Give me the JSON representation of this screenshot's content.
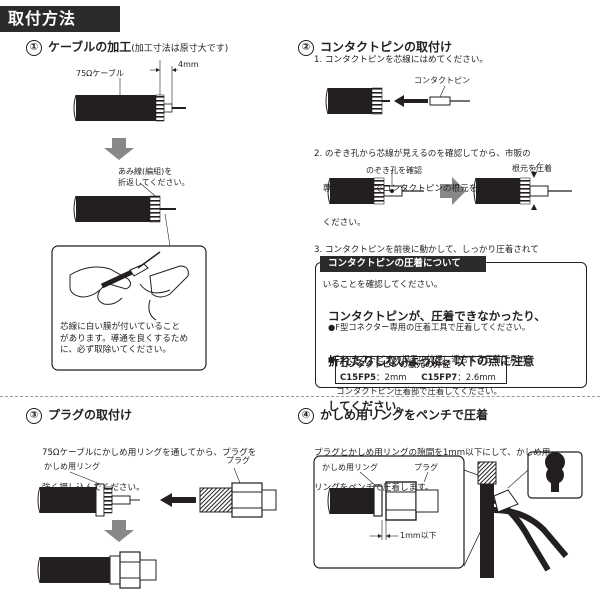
{
  "page_title": "取付方法",
  "step1": {
    "number": "①",
    "title": "ケーブルの加工",
    "note": "(加工寸法は原寸大です)",
    "cable_label": "75Ωケーブル",
    "dimension_label": "4mm",
    "braid_instruction": [
      "あみ線(編組)を",
      "折返してください。"
    ],
    "warning": [
      "芯線に白い膜が付いていること",
      "があります。導通を良くするため",
      "に、必ず取除いてください。"
    ]
  },
  "step2": {
    "number": "②",
    "title": "コンタクトピンの取付け",
    "instr1": "1. コンタクトピンを芯線にはめてください。",
    "pin_label": "コンタクトピン",
    "instr2": [
      "2. のぞき孔から芯線が見えるのを確認してから、市販の",
      "　専用圧着工具でコンタクトピンの根元を圧着して",
      "　ください。"
    ],
    "peephole_label": "のぞき孔を確認",
    "crimp_base_label": "根元を圧着",
    "instr3": [
      "3. コンタクトピンを前後に動かして、しっかり圧着されて",
      "　いることを確認してください。"
    ]
  },
  "callout": {
    "title": "コンタクトピンの圧着について",
    "main_text": [
      "コンタクトピンが、圧着できなかったり、",
      "折れたりしないように、以下の点に注意",
      "してください。"
    ],
    "bullet1": "●F型コネクター専用の圧着工具で圧着してください。",
    "bullet2": [
      "●コンタクトピンの根元の外径に適合する圧着工具の",
      "　コンタクトピン圧着部で圧着してください。"
    ],
    "spec_title": "コンタクトピンの根元の外径",
    "spec1_model": "C15FP5",
    "spec1_value": "：2mm",
    "spec2_model": "C15FP7",
    "spec2_value": "：2.6mm"
  },
  "step3": {
    "number": "③",
    "title": "プラグの取付け",
    "instruction": [
      "75Ωケーブルにかしめ用リングを通してから、プラグを",
      "強く押し込んでください。"
    ],
    "ring_label": "かしめ用リング",
    "plug_label": "プラグ"
  },
  "step4": {
    "number": "④",
    "title": "かしめ用リングをペンチで圧着",
    "instruction": [
      "プラグとかしめ用リングの隙間を1mm以下にして、かしめ用",
      "リングをペンチで圧着します。"
    ],
    "ring_label": "かしめ用リング",
    "plug_label": "プラグ",
    "gap_label": "1mm以下"
  }
}
